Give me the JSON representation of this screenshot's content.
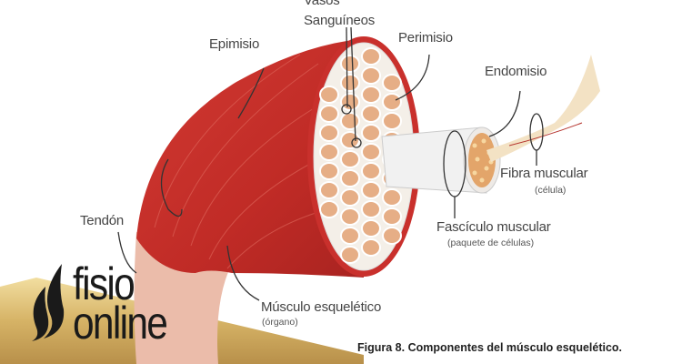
{
  "labels": {
    "vasos": "Vasos",
    "sanguineos": "Sanguíneos",
    "perimisio": "Perimisio",
    "epimisio": "Epimisio",
    "endomisio": "Endomisio",
    "fibra": "Fibra muscular",
    "fibra_sub": "(célula)",
    "fasciculo": "Fascículo muscular",
    "fasciculo_sub": "(paquete de células)",
    "tendon": "Tendón",
    "musculo": "Músculo esquelético",
    "musculo_sub": "(órgano)"
  },
  "caption": "Figura 8. Componentes del músculo esquelético.",
  "logo": {
    "line1": "fisio",
    "line2": "online"
  },
  "colors": {
    "muscle": "#c9302c",
    "fascicle_fill": "#e8b48c",
    "bone": "#d8b86a",
    "tendon": "#e9b9a8"
  }
}
